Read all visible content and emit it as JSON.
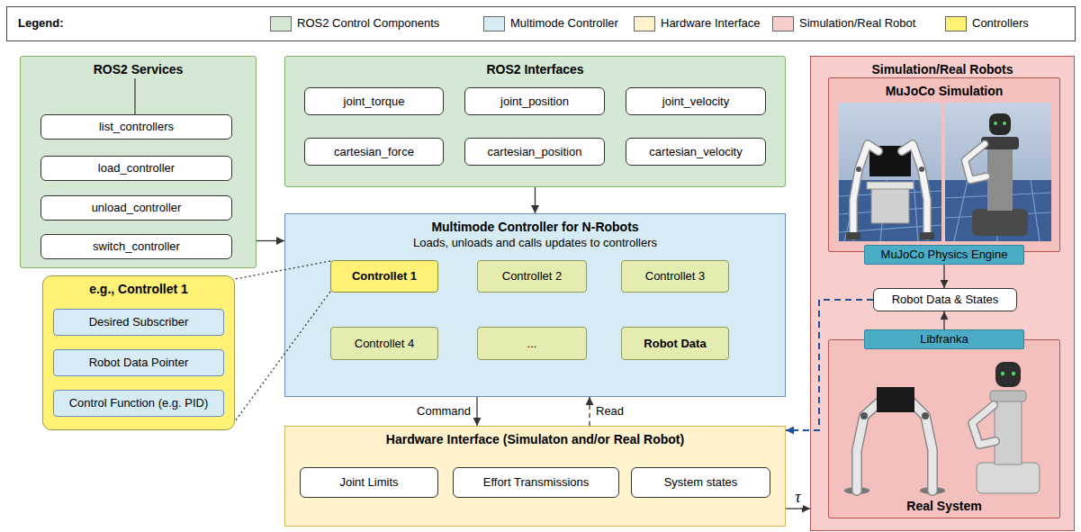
{
  "diagram": {
    "nodes": [
      {
        "text": [
          "ROS2 Services"
        ]
      },
      {
        "text": [
          "list_controllers"
        ],
        "in": 0
      },
      {
        "text": [
          "load_controller"
        ],
        "in": 0
      },
      {
        "text": [
          "unload_controller"
        ],
        "in": 0
      },
      {
        "text": [
          "switch_controller"
        ],
        "in": 0
      },
      {
        "text": [
          "ROS2 Interfaces"
        ]
      },
      {
        "text": [
          "joint_torque"
        ],
        "in": 5
      },
      {
        "text": [
          "joint_position"
        ],
        "in": 5
      },
      {
        "text": [
          "joint_velocity"
        ],
        "in": 5
      },
      {
        "text": [
          "cartesian_force"
        ],
        "in": 5
      },
      {
        "text": [
          "cartesian_position"
        ],
        "in": 5
      },
      {
        "text": [
          "cartesian_velocity"
        ],
        "in": 5
      },
      {
        "text": [
          "Simulation/Real Robots"
        ]
      },
      {
        "text": [
          "MuJoCo Simulation"
        ],
        "in": 12
      },
      {
        "text": [
          "MuJoCo Physics Engine"
        ],
        "in": 12
      },
      {
        "text": [
          "Robot Data & States"
        ],
        "in": 12
      },
      {
        "text": [
          "Libfranka"
        ],
        "in": 12
      },
      {
        "text": [
          "Real System"
        ],
        "in": 12
      },
      {
        "text": [
          "Multimode Controller for N-Robots",
          "Loads, unloads and calls updates to controllers"
        ]
      },
      {
        "text": [
          "Controllet 1"
        ],
        "in": 18
      },
      {
        "text": [
          "Controllet 2"
        ],
        "in": 18
      },
      {
        "text": [
          "Controllet 3"
        ],
        "in": 18
      },
      {
        "text": [
          "Controllet 4"
        ],
        "in": 18
      },
      {
        "text": [
          "..."
        ],
        "in": 18
      },
      {
        "text": [
          "Robot Data"
        ],
        "in": 18
      },
      {
        "text": [
          "e.g., Controllet 1"
        ]
      },
      {
        "text": [
          "Desired Subscriber"
        ],
        "in": 25
      },
      {
        "text": [
          "Robot Data Pointer"
        ],
        "in": 25
      },
      {
        "text": [
          "Control Function (e.g. PID)"
        ],
        "in": 25
      },
      {
        "text": [
          "Hardware Interface (Simulaton and/or Real Robot)"
        ]
      },
      {
        "text": [
          "Joint Limits"
        ],
        "in": 29
      },
      {
        "text": [
          "Effort Transmissions"
        ],
        "in": 29
      },
      {
        "text": [
          "System states"
        ],
        "in": 29
      }
    ],
    "edges": [
      {
        "from": 0,
        "to": 18,
        "arrow": "to"
      },
      {
        "from": 5,
        "to": 18,
        "arrow": "to"
      },
      {
        "from": 18,
        "to": 29,
        "label": "Command",
        "arrow": "to"
      },
      {
        "from": 29,
        "to": 18,
        "label": "Read",
        "arrow": "to"
      },
      {
        "from": 29,
        "to": 12,
        "label": "τ",
        "arrow": "to"
      },
      {
        "from": 15,
        "to": 29,
        "arrow": "to"
      },
      {
        "from": 14,
        "to": 15,
        "arrow": "to"
      },
      {
        "from": 16,
        "to": 15,
        "arrow": "to"
      },
      {
        "from": 19,
        "to": 25,
        "arrow": "none"
      },
      {
        "from": 19,
        "to": 25,
        "arrow": "none"
      }
    ],
    "labels": [
      "Legend:"
    ],
    "legend": [
      {
        "text": "ROS2 Control Components",
        "color": "#d5e8d4"
      },
      {
        "text": "Multimode Controller",
        "color": "#d6ebf3"
      },
      {
        "text": "Hardware Interface",
        "color": "#fff2cc"
      },
      {
        "text": "Simulation/Real Robot",
        "color": "#f8cecc"
      },
      {
        "text": "Controllers",
        "color": "#fff176"
      }
    ]
  }
}
